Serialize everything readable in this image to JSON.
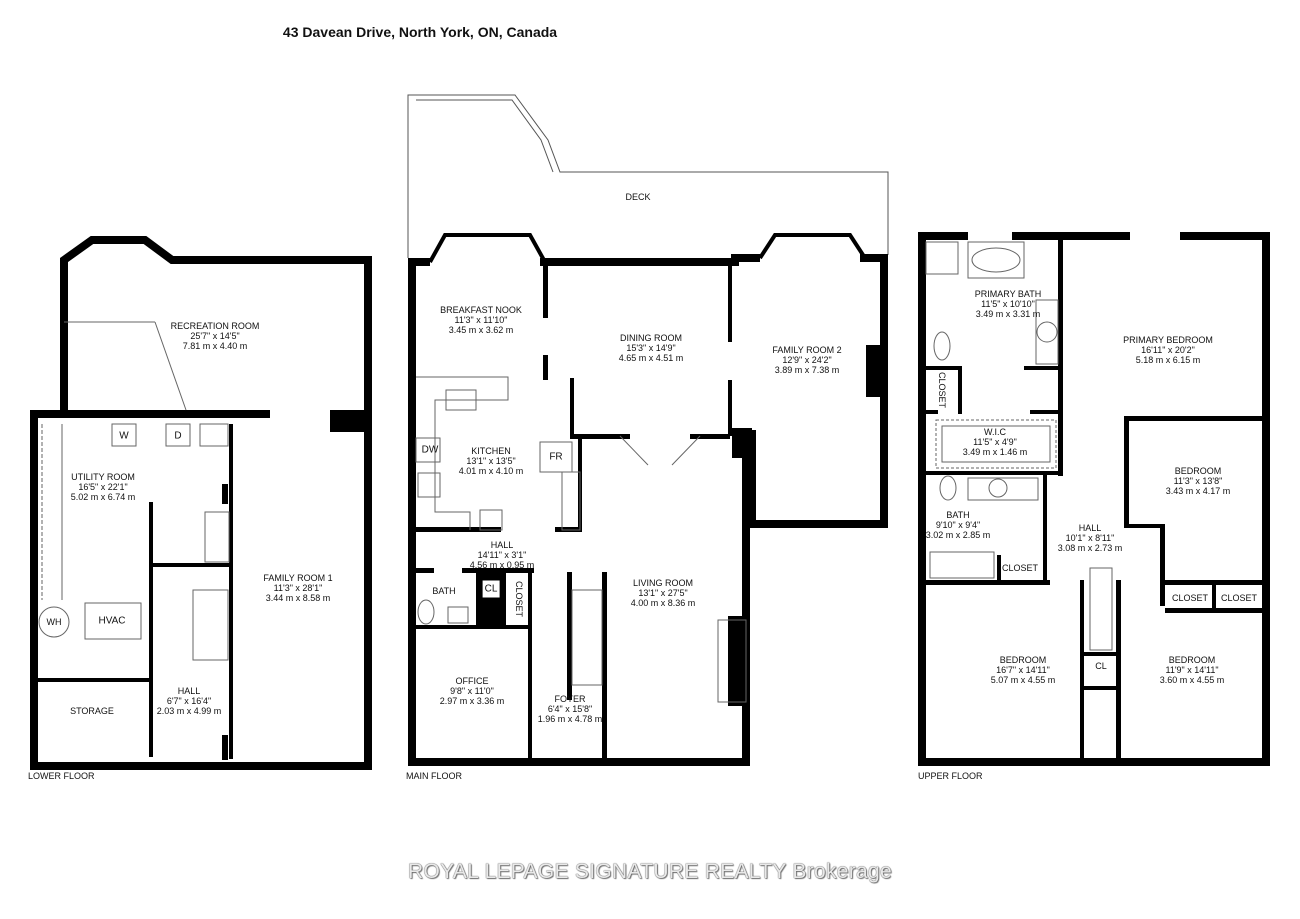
{
  "title": "43 Davean Drive, North York, ON, Canada",
  "watermark": "ROYAL LEPAGE SIGNATURE REALTY  Brokerage",
  "colors": {
    "walls": "#000000",
    "background": "#ffffff"
  },
  "lower_floor": {
    "label": "LOWER FLOOR",
    "rooms": [
      {
        "name": "RECREATION ROOM",
        "imperial": "25'7\" x 14'5\"",
        "metric": "7.81 m x 4.40 m"
      },
      {
        "name": "UTILITY ROOM",
        "imperial": "16'5\" x 22'1\"",
        "metric": "5.02 m x 6.74 m"
      },
      {
        "name": "FAMILY ROOM 1",
        "imperial": "11'3\" x 28'1\"",
        "metric": "3.44 m x 8.58 m"
      },
      {
        "name": "HALL",
        "imperial": "6'7\" x 16'4\"",
        "metric": "2.03 m x 4.99 m"
      },
      {
        "name": "STORAGE"
      }
    ],
    "fixtures": {
      "washer": "W",
      "dryer": "D",
      "water_heater": "WH",
      "hvac": "HVAC"
    }
  },
  "main_floor": {
    "label": "MAIN FLOOR",
    "deck": "DECK",
    "rooms": [
      {
        "name": "BREAKFAST NOOK",
        "imperial": "11'3\" x 11'10\"",
        "metric": "3.45 m x 3.62 m"
      },
      {
        "name": "DINING ROOM",
        "imperial": "15'3\" x 14'9\"",
        "metric": "4.65 m x 4.51 m"
      },
      {
        "name": "FAMILY ROOM 2",
        "imperial": "12'9\" x 24'2\"",
        "metric": "3.89 m x 7.38 m"
      },
      {
        "name": "KITCHEN",
        "imperial": "13'1\" x 13'5\"",
        "metric": "4.01 m x 4.10 m"
      },
      {
        "name": "HALL",
        "imperial": "14'11\" x 3'1\"",
        "metric": "4.56 m x 0.95 m"
      },
      {
        "name": "LIVING ROOM",
        "imperial": "13'1\" x 27'5\"",
        "metric": "4.00 m x 8.36 m"
      },
      {
        "name": "OFFICE",
        "imperial": "9'8\" x 11'0\"",
        "metric": "2.97 m x 3.36 m"
      },
      {
        "name": "FOYER",
        "imperial": "6'4\" x 15'8\"",
        "metric": "1.96 m x 4.78 m"
      },
      {
        "name": "BATH"
      },
      {
        "name": "CL"
      },
      {
        "name": "CLOSET"
      }
    ],
    "fixtures": {
      "dishwasher": "DW",
      "fridge": "FR"
    }
  },
  "upper_floor": {
    "label": "UPPER FLOOR",
    "rooms": [
      {
        "name": "PRIMARY BATH",
        "imperial": "11'5\" x 10'10\"",
        "metric": "3.49 m x 3.31 m"
      },
      {
        "name": "PRIMARY BEDROOM",
        "imperial": "16'11\" x 20'2\"",
        "metric": "5.18 m x 6.15 m"
      },
      {
        "name": "W.I.C",
        "imperial": "11'5\" x 4'9\"",
        "metric": "3.49 m x 1.46 m"
      },
      {
        "name": "BEDROOM",
        "imperial": "11'3\" x 13'8\"",
        "metric": "3.43 m x 4.17 m"
      },
      {
        "name": "BATH",
        "imperial": "9'10\" x 9'4\"",
        "metric": "3.02 m x 2.85 m"
      },
      {
        "name": "HALL",
        "imperial": "10'1\" x 8'11\"",
        "metric": "3.08 m x 2.73 m"
      },
      {
        "name": "BEDROOM",
        "imperial": "16'7\" x 14'11\"",
        "metric": "5.07 m x 4.55 m"
      },
      {
        "name": "BEDROOM",
        "imperial": "11'9\" x 14'11\"",
        "metric": "3.60 m x 4.55 m"
      },
      {
        "name": "CLOSET"
      },
      {
        "name": "CLOSET"
      },
      {
        "name": "CLOSET"
      },
      {
        "name": "CLOSET"
      },
      {
        "name": "CL"
      }
    ]
  }
}
